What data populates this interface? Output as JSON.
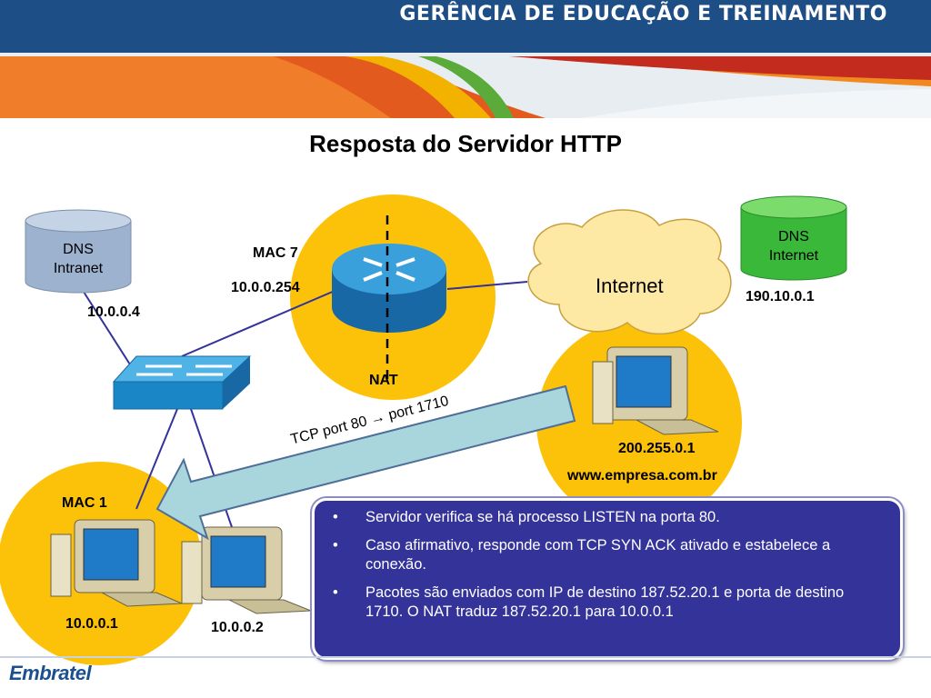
{
  "header": {
    "title": "GERÊNCIA DE EDUCAÇÃO E TREINAMENTO"
  },
  "slide": {
    "title": "Resposta do Servidor HTTP"
  },
  "diagram": {
    "dns_intranet": {
      "line1": "DNS",
      "line2": "Intranet",
      "ip": "10.0.0.4"
    },
    "dns_internet": {
      "line1": "DNS",
      "line2": "Internet",
      "ip": "190.10.0.1"
    },
    "router": {
      "mac": "MAC 7",
      "ip": "10.0.0.254",
      "nat": "NAT"
    },
    "internet": {
      "label": "Internet"
    },
    "server": {
      "ip": "200.255.0.1",
      "domain": "www.empresa.com.br"
    },
    "pc1": {
      "mac": "MAC 1",
      "ip": "10.0.0.1"
    },
    "pc2": {
      "ip": "10.0.0.2"
    },
    "arrow": {
      "label": "TCP port 80 → port 1710"
    },
    "colors": {
      "orange": "#fcc20a",
      "router_blue": "#1a86c6",
      "arrow_fill": "#a9d6dc",
      "info_bg": "#33339a"
    }
  },
  "info": {
    "bullets": [
      "Servidor verifica se há processo LISTEN na porta 80.",
      "Caso afirmativo, responde com TCP SYN ACK ativado e estabelece a conexão.",
      "Pacotes são enviados com IP de destino 187.52.20.1 e porta de destino 1710. O NAT traduz 187.52.20.1 para 10.0.0.1"
    ]
  },
  "footer": {
    "logo": "Embratel"
  }
}
